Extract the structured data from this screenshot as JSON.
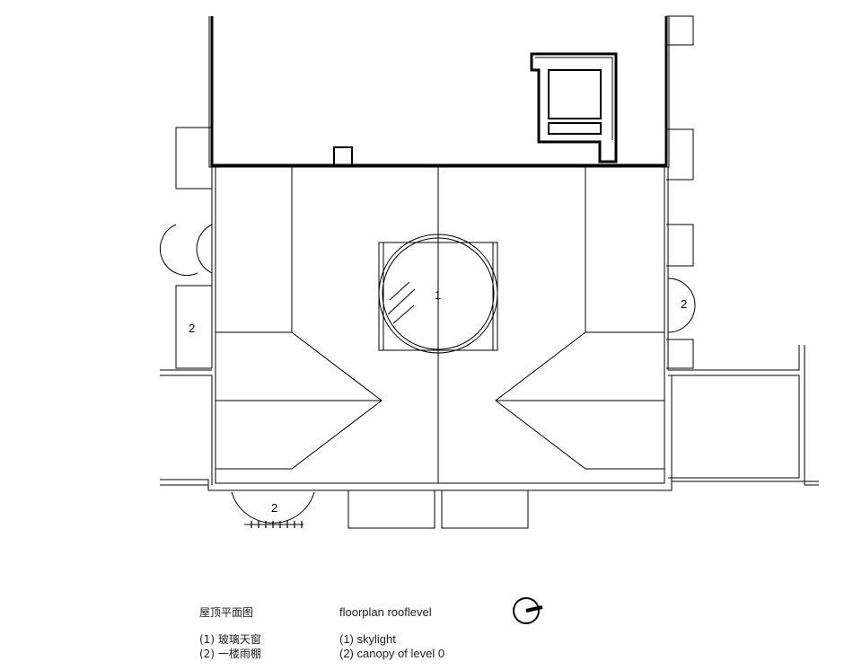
{
  "drawing": {
    "labels": {
      "skylight_number": "1",
      "canopy_number": "2"
    }
  },
  "legend": {
    "title_cn": "屋顶平面图",
    "title_en": "floorplan rooflevel",
    "item1_cn": "(1)  玻璃天窗",
    "item2_cn": "(2)  一楼雨棚",
    "item1_en": "(1) skylight",
    "item2_en": "(2) canopy of level 0"
  }
}
